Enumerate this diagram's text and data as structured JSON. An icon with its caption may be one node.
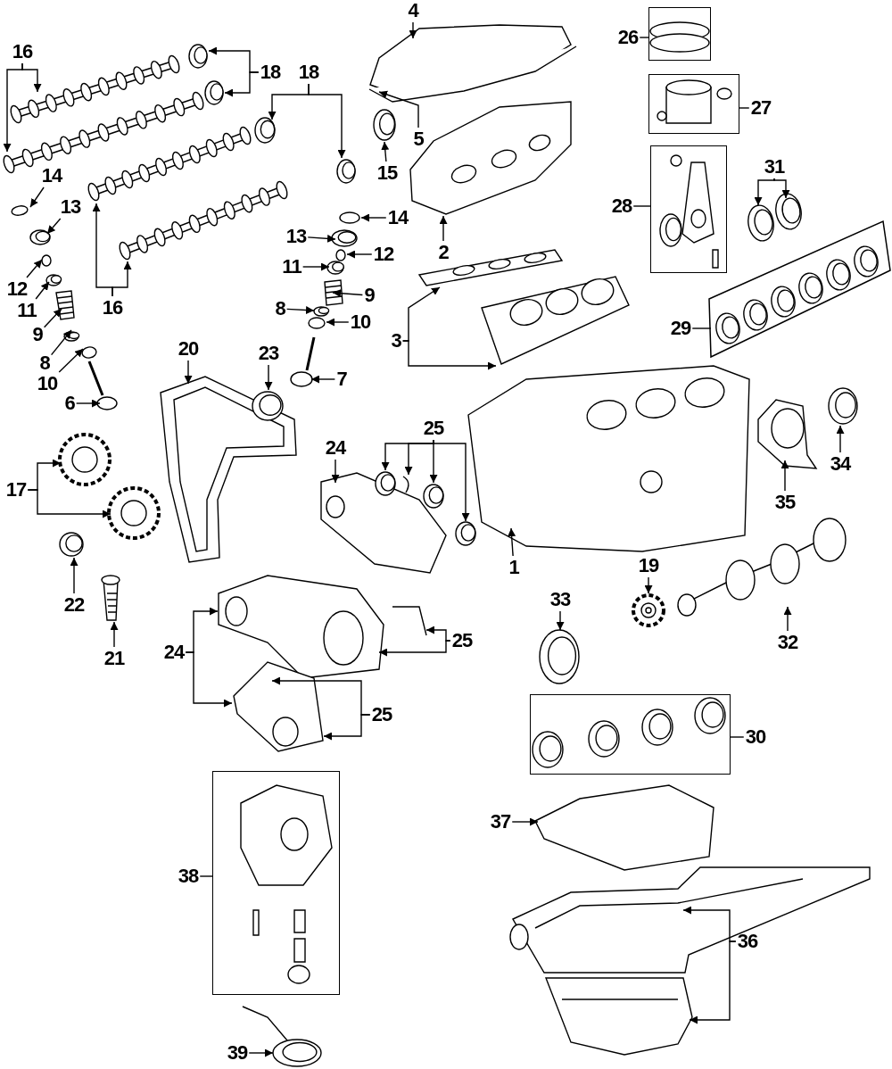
{
  "diagram": {
    "nodes": [
      {
        "text": [
          "4"
        ]
      },
      {
        "text": [
          "16"
        ]
      },
      {
        "text": [
          "18"
        ]
      },
      {
        "text": [
          "18"
        ]
      },
      {
        "text": [
          "26"
        ]
      },
      {
        "text": [],
        "shape": "box"
      },
      {
        "text": [
          "27"
        ]
      },
      {
        "text": [],
        "shape": "box"
      },
      {
        "text": [
          "5"
        ]
      },
      {
        "text": [
          "15"
        ]
      },
      {
        "text": [
          "28"
        ]
      },
      {
        "text": [],
        "shape": "box"
      },
      {
        "text": [
          "31"
        ]
      },
      {
        "text": [
          "14"
        ]
      },
      {
        "text": [
          "13"
        ]
      },
      {
        "text": [
          "14"
        ]
      },
      {
        "text": [
          "13"
        ]
      },
      {
        "text": [
          "12"
        ]
      },
      {
        "text": [
          "11"
        ]
      },
      {
        "text": [
          "2"
        ]
      },
      {
        "text": [
          "9"
        ]
      },
      {
        "text": [
          "8"
        ]
      },
      {
        "text": [
          "10"
        ]
      },
      {
        "text": [
          "12"
        ]
      },
      {
        "text": [
          "11"
        ]
      },
      {
        "text": [
          "16"
        ]
      },
      {
        "text": [
          "29"
        ]
      },
      {
        "text": [],
        "shape": "box"
      },
      {
        "text": [
          "9"
        ]
      },
      {
        "text": [
          "8"
        ]
      },
      {
        "text": [
          "10"
        ]
      },
      {
        "text": [
          "3"
        ]
      },
      {
        "text": [
          "20"
        ]
      },
      {
        "text": [
          "23"
        ]
      },
      {
        "text": [
          "7"
        ]
      },
      {
        "text": [
          "6"
        ]
      },
      {
        "text": [
          "25"
        ]
      },
      {
        "text": [
          "24"
        ]
      },
      {
        "text": [
          "34"
        ]
      },
      {
        "text": [
          "17"
        ]
      },
      {
        "text": [
          "35"
        ]
      },
      {
        "text": [
          "1"
        ]
      },
      {
        "text": [
          "19"
        ]
      },
      {
        "text": [
          "33"
        ]
      },
      {
        "text": [
          "22"
        ]
      },
      {
        "text": [
          "25"
        ]
      },
      {
        "text": [
          "32"
        ]
      },
      {
        "text": [
          "24"
        ]
      },
      {
        "text": [
          "21"
        ]
      },
      {
        "text": [
          "25"
        ]
      },
      {
        "text": [
          "30"
        ]
      },
      {
        "text": [],
        "shape": "box"
      },
      {
        "text": [
          "37"
        ]
      },
      {
        "text": [
          "38"
        ]
      },
      {
        "text": [],
        "shape": "box"
      },
      {
        "text": [
          "36"
        ]
      },
      {
        "text": [
          "39"
        ]
      },
      {
        "text": [],
        "shape": "picture"
      },
      {
        "text": [],
        "shape": "picture"
      },
      {
        "text": [],
        "shape": "picture"
      },
      {
        "text": [],
        "shape": "picture"
      },
      {
        "text": [],
        "shape": "picture"
      },
      {
        "text": [],
        "shape": "picture"
      },
      {
        "text": [],
        "shape": "picture"
      },
      {
        "text": [],
        "shape": "picture"
      },
      {
        "text": [],
        "shape": "picture"
      },
      {
        "text": [],
        "shape": "picture"
      },
      {
        "text": [],
        "shape": "picture"
      },
      {
        "text": [],
        "shape": "picture"
      },
      {
        "text": [],
        "shape": "picture"
      },
      {
        "text": [],
        "shape": "circle"
      },
      {
        "text": [],
        "shape": "picture"
      },
      {
        "text": [],
        "shape": "circle"
      },
      {
        "text": [],
        "shape": "picture"
      },
      {
        "text": [],
        "shape": "picture"
      },
      {
        "text": [],
        "shape": "picture"
      },
      {
        "text": [],
        "shape": "circle"
      },
      {
        "text": [],
        "shape": "picture"
      },
      {
        "text": [],
        "shape": "circle"
      },
      {
        "text": [],
        "shape": "picture"
      },
      {
        "text": [],
        "shape": "circle"
      },
      {
        "text": [],
        "shape": "picture"
      },
      {
        "text": [],
        "shape": "picture"
      },
      {
        "text": [],
        "shape": "picture"
      },
      {
        "text": [],
        "shape": "circle"
      },
      {
        "text": [],
        "shape": "picture"
      },
      {
        "text": [],
        "shape": "picture"
      },
      {
        "text": [],
        "shape": "picture"
      },
      {
        "text": [],
        "shape": "picture"
      },
      {
        "text": [],
        "shape": "picture"
      },
      {
        "text": [],
        "shape": "picture"
      },
      {
        "text": [],
        "shape": "picture"
      },
      {
        "text": [],
        "shape": "picture"
      },
      {
        "text": [],
        "shape": "picture"
      },
      {
        "text": [],
        "shape": "picture"
      },
      {
        "text": [],
        "shape": "picture"
      },
      {
        "text": [],
        "shape": "picture"
      },
      {
        "text": [],
        "shape": "picture"
      },
      {
        "text": [],
        "shape": "picture"
      },
      {
        "text": [],
        "shape": "picture"
      },
      {
        "text": [],
        "shape": "picture"
      },
      {
        "text": [],
        "shape": "picture"
      },
      {
        "text": [],
        "shape": "picture"
      },
      {
        "text": [],
        "shape": "picture"
      },
      {
        "text": [],
        "shape": "picture"
      },
      {
        "text": [],
        "shape": "picture"
      },
      {
        "text": [],
        "shape": "picture"
      },
      {
        "text": [],
        "shape": "picture"
      },
      {
        "text": [],
        "shape": "picture"
      },
      {
        "text": [],
        "shape": "picture"
      },
      {
        "text": [],
        "shape": "picture"
      },
      {
        "text": [],
        "shape": "picture"
      },
      {
        "text": [],
        "shape": "picture"
      }
    ],
    "edges": [
      {
        "from": 0,
        "to": 57,
        "arrow": "to"
      },
      {
        "from": 1,
        "to": 61,
        "arrow": "to"
      },
      {
        "from": 1,
        "to": 60,
        "arrow": "to"
      },
      {
        "from": 2,
        "to": 64,
        "arrow": "to"
      },
      {
        "from": 2,
        "to": 65,
        "arrow": "to"
      },
      {
        "from": 3,
        "to": 66,
        "arrow": "to"
      },
      {
        "from": 3,
        "to": 67,
        "arrow": "to"
      },
      {
        "from": 4,
        "to": 5,
        "arrow": "none"
      },
      {
        "from": 6,
        "to": 7,
        "arrow": "none"
      },
      {
        "from": 8,
        "to": 58,
        "arrow": "to"
      },
      {
        "from": 9,
        "to": 59,
        "arrow": "to"
      },
      {
        "from": 10,
        "to": 11,
        "arrow": "none"
      },
      {
        "from": 12,
        "to": 68,
        "arrow": "to"
      },
      {
        "from": 12,
        "to": 69,
        "arrow": "to"
      },
      {
        "from": 13,
        "to": 70,
        "arrow": "to"
      },
      {
        "from": 14,
        "to": 71,
        "arrow": "to"
      },
      {
        "from": 15,
        "to": 78,
        "arrow": "to"
      },
      {
        "from": 16,
        "to": 79,
        "arrow": "to"
      },
      {
        "from": 17,
        "to": 80,
        "arrow": "to"
      },
      {
        "from": 18,
        "to": 81,
        "arrow": "to"
      },
      {
        "from": 19,
        "to": 86,
        "arrow": "to"
      },
      {
        "from": 20,
        "to": 82,
        "arrow": "to"
      },
      {
        "from": 21,
        "to": 83,
        "arrow": "to"
      },
      {
        "from": 22,
        "to": 84,
        "arrow": "to"
      },
      {
        "from": 23,
        "to": 72,
        "arrow": "to"
      },
      {
        "from": 24,
        "to": 73,
        "arrow": "to"
      },
      {
        "from": 25,
        "to": 62,
        "arrow": "to"
      },
      {
        "from": 25,
        "to": 63,
        "arrow": "to"
      },
      {
        "from": 26,
        "to": 27,
        "arrow": "none"
      },
      {
        "from": 28,
        "to": 74,
        "arrow": "to"
      },
      {
        "from": 29,
        "to": 75,
        "arrow": "to"
      },
      {
        "from": 30,
        "to": 76,
        "arrow": "to"
      },
      {
        "from": 31,
        "to": 87,
        "arrow": "to"
      },
      {
        "from": 31,
        "to": 88,
        "arrow": "to"
      },
      {
        "from": 32,
        "to": 89,
        "arrow": "to"
      },
      {
        "from": 33,
        "to": 90,
        "arrow": "to"
      },
      {
        "from": 34,
        "to": 85,
        "arrow": "to"
      },
      {
        "from": 35,
        "to": 77,
        "arrow": "to"
      },
      {
        "from": 36,
        "to": 96,
        "arrow": "to"
      },
      {
        "from": 36,
        "to": 97,
        "arrow": "to"
      },
      {
        "from": 36,
        "to": 98,
        "arrow": "to"
      },
      {
        "from": 36,
        "to": 99,
        "arrow": "to"
      },
      {
        "from": 37,
        "to": 95,
        "arrow": "to"
      },
      {
        "from": 38,
        "to": 102,
        "arrow": "to"
      },
      {
        "from": 39,
        "to": 91,
        "arrow": "to"
      },
      {
        "from": 39,
        "to": 92,
        "arrow": "to"
      },
      {
        "from": 40,
        "to": 101,
        "arrow": "to"
      },
      {
        "from": 41,
        "to": 100,
        "arrow": "to"
      },
      {
        "from": 42,
        "to": 103,
        "arrow": "to"
      },
      {
        "from": 43,
        "to": 104,
        "arrow": "to"
      },
      {
        "from": 44,
        "to": 93,
        "arrow": "to"
      },
      {
        "from": 45,
        "to": 107,
        "arrow": "to"
      },
      {
        "from": 45,
        "to": 106,
        "arrow": "to"
      },
      {
        "from": 46,
        "to": 105,
        "arrow": "to"
      },
      {
        "from": 47,
        "to": 106,
        "arrow": "to"
      },
      {
        "from": 47,
        "to": 108,
        "arrow": "to"
      },
      {
        "from": 48,
        "to": 94,
        "arrow": "to"
      },
      {
        "from": 49,
        "to": 108,
        "arrow": "to"
      },
      {
        "from": 49,
        "to": 108,
        "arrow": "to"
      },
      {
        "from": 50,
        "to": 51,
        "arrow": "none"
      },
      {
        "from": 52,
        "to": 109,
        "arrow": "to"
      },
      {
        "from": 53,
        "to": 54,
        "arrow": "none"
      },
      {
        "from": 55,
        "to": 110,
        "arrow": "to"
      },
      {
        "from": 55,
        "to": 111,
        "arrow": "to"
      },
      {
        "from": 56,
        "to": 112,
        "arrow": "to"
      }
    ]
  }
}
